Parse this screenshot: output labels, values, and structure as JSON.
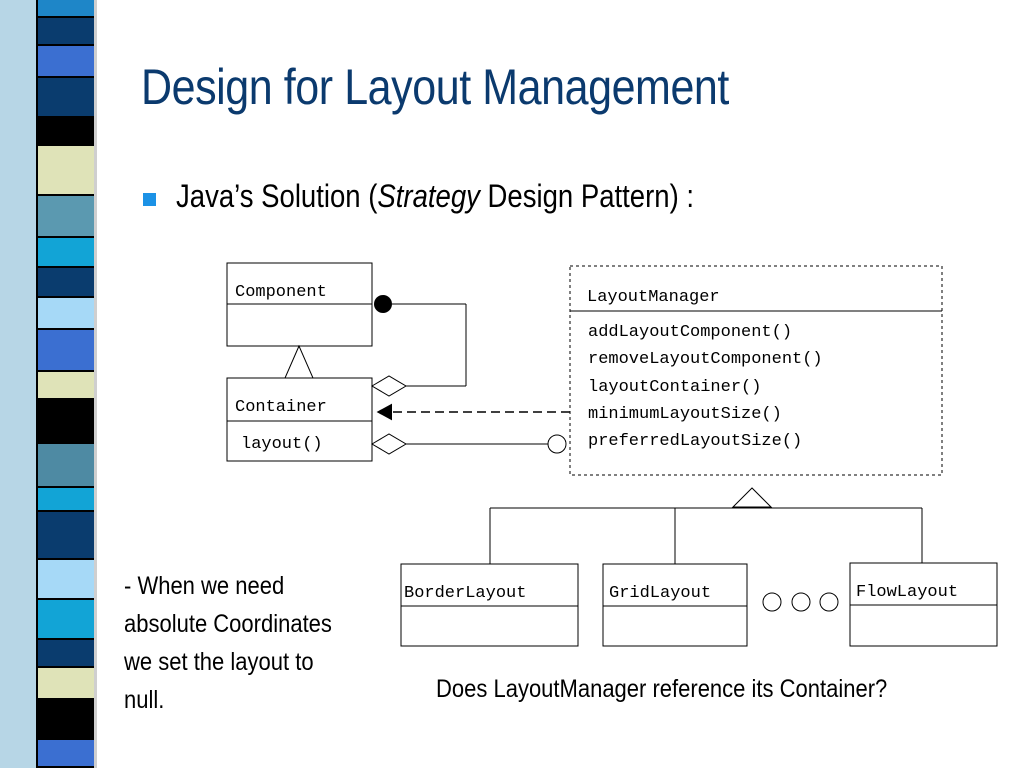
{
  "slide": {
    "title": "Design for Layout Management",
    "bullet": {
      "prefix": "Java’s Solution (",
      "emphasis": "Strategy",
      "suffix": " Design Pattern) :"
    },
    "note_lines": [
      "- When  we need",
      "absolute Coordinates",
      "we set the layout to",
      "null."
    ],
    "question": "Does LayoutManager reference its Container?"
  },
  "diagram": {
    "component": {
      "name": "Component"
    },
    "container": {
      "name": "Container",
      "method": "layout()"
    },
    "layout_manager": {
      "name": "LayoutManager",
      "methods": [
        "addLayoutComponent()",
        "removeLayoutComponent()",
        "layoutContainer()",
        "minimumLayoutSize()",
        "preferredLayoutSize()"
      ]
    },
    "subclasses": {
      "border": "BorderLayout",
      "grid": "GridLayout",
      "flow": "FlowLayout"
    }
  },
  "colors": {
    "title": "#0b3a6e",
    "bullet": "#1c92e6",
    "stripe": [
      "#1e86c8",
      "#0a3c6e",
      "#3b6fd1",
      "#000000",
      "#dfe3b8",
      "#5b99b0",
      "#12a4d6",
      "#a6d9f7",
      "#4e8aa3"
    ]
  }
}
